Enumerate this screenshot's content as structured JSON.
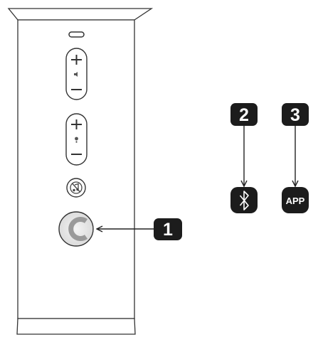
{
  "callouts": [
    {
      "number": "1",
      "target": "power-button"
    },
    {
      "number": "2",
      "target": "bluetooth-indicator"
    },
    {
      "number": "3",
      "target": "app-indicator"
    }
  ],
  "indicators": {
    "bluetooth_icon": "bluetooth-icon",
    "app_label": "APP"
  },
  "device": {
    "controls": [
      "status-led",
      "volume-control",
      "light-control",
      "mute-music-button",
      "power-button"
    ]
  }
}
